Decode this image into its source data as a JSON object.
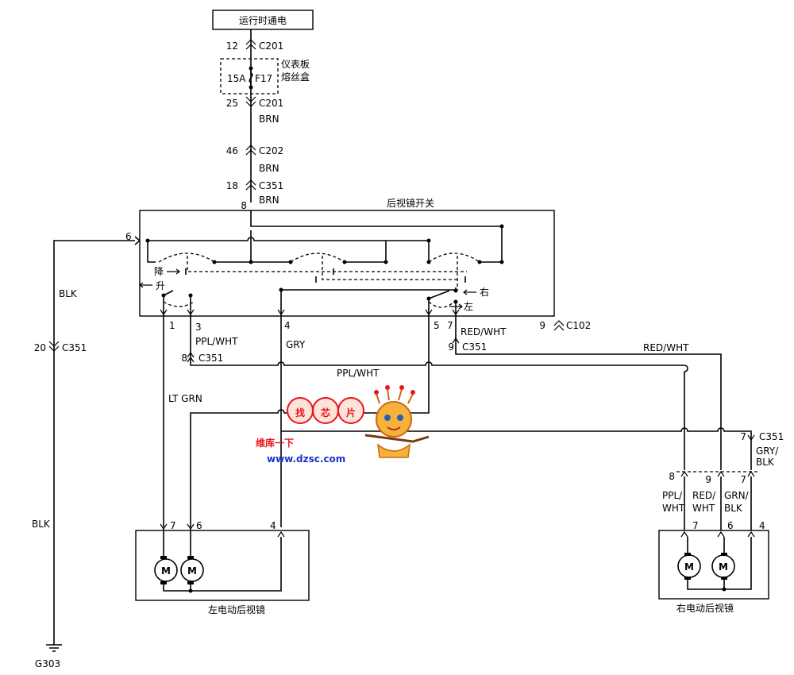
{
  "power": {
    "label": "运行时通电"
  },
  "fuse": {
    "amp": "15A",
    "id": "F17",
    "box_line1": "仪表板",
    "box_line2": "熔丝盒"
  },
  "connectors": {
    "c201_top": {
      "pin": "12",
      "name": "C201"
    },
    "c201_bot": {
      "pin": "25",
      "name": "C201"
    },
    "c202": {
      "pin": "46",
      "name": "C202"
    },
    "c351_top": {
      "pin": "18",
      "name": "C351"
    },
    "c351_left": {
      "pin": "20",
      "name": "C351"
    },
    "c351_ppl": {
      "pin": "8",
      "name": "C351"
    },
    "c351_red": {
      "pin": "9",
      "name": "C351"
    },
    "c351_right": {
      "pin": "7",
      "name": "C351"
    },
    "c102": {
      "pin": "9",
      "name": "C102"
    }
  },
  "wires": {
    "brn1": "BRN",
    "brn2": "BRN",
    "brn3": "BRN",
    "blk1": "BLK",
    "blk2": "BLK",
    "ppl_wht1": "PPL/WHT",
    "ppl_wht2": "PPL/WHT",
    "gry": "GRY",
    "lt_grn": "LT GRN",
    "red_wht1": "RED/WHT",
    "red_wht2": "RED/WHT",
    "gry_blk_1": "GRY/",
    "gry_blk_2": "BLK",
    "ppl_v1": "PPL/",
    "ppl_v2": "WHT",
    "red_v1": "RED/",
    "red_v2": "WHT",
    "grn_v1": "GRN/",
    "grn_v2": "BLK"
  },
  "switch": {
    "title": "后视镜开关",
    "pin8": "8",
    "pin6": "6",
    "pin1": "1",
    "pin3": "3",
    "pin4": "4",
    "pin5": "5",
    "pin7": "7",
    "down": "降",
    "up": "升",
    "right": "右",
    "left": "左"
  },
  "left_mirror": {
    "title": "左电动后视镜",
    "pin7": "7",
    "pin6": "6",
    "pin4": "4",
    "motor": "M"
  },
  "right_mirror": {
    "title": "右电动后视镜",
    "pin7": "7",
    "pin6": "6",
    "pin4": "4",
    "motor": "M",
    "top8": "8",
    "top9": "9",
    "top7": "7"
  },
  "ground": {
    "label": "G303"
  },
  "watermark": {
    "brand_a": "找",
    "brand_b": "芯",
    "brand_c": "片",
    "line2": "维库一下",
    "url": "www.dzsc.com"
  }
}
